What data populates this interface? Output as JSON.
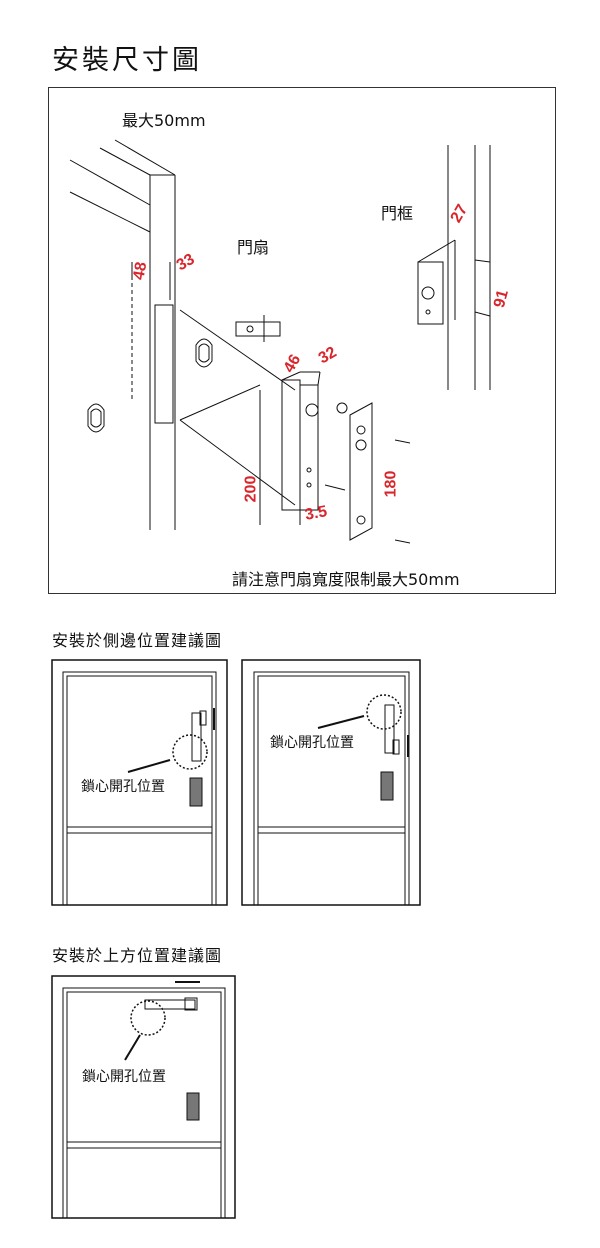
{
  "title": "安裝尺寸圖",
  "main_diagram": {
    "max_label": "最大50mm",
    "door_leaf_label": "門扇",
    "door_frame_label": "門框",
    "note": "請注意門扇寬度限制最大50mm",
    "dimensions": {
      "d48": "48",
      "d33": "33",
      "d46": "46",
      "d32": "32",
      "d27": "27",
      "d91": "91",
      "d200": "200",
      "d180": "180",
      "d35": "3.5"
    }
  },
  "side_section": {
    "title": "安裝於側邊位置建議圖",
    "callout": "鎖心開孔位置"
  },
  "top_section": {
    "title": "安裝於上方位置建議圖",
    "callout": "鎖心開孔位置"
  },
  "colors": {
    "dimension": "#d9262c",
    "line": "#111111"
  }
}
